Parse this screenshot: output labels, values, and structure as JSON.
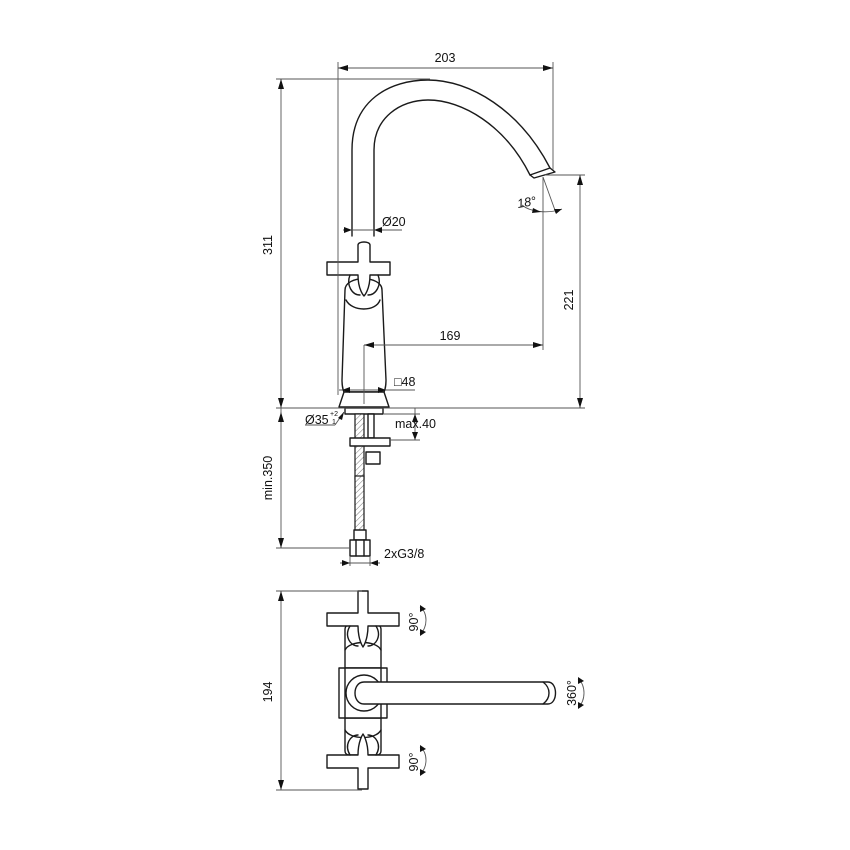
{
  "drawing": {
    "title": "Two-handle basin mixer - dimensioned technical drawing",
    "stroke_color": "#1a1a1a",
    "dimension_color": "#555555",
    "background": "#ffffff"
  },
  "side_view": {
    "dimensions": {
      "spout_reach": "203",
      "total_height": "311",
      "outlet_height": "221",
      "outlet_projection": "169",
      "spout_tube_diameter": "Ø20",
      "base_square": "□48",
      "hole_diameter": "Ø35",
      "hole_tolerance_upper": "+2",
      "hole_tolerance_lower": "1",
      "max_deck_thickness": "max.40",
      "hose_length": "min.350",
      "connection_thread": "2xG3/8",
      "spout_outlet_angle": "18°"
    }
  },
  "top_view": {
    "dimensions": {
      "overall_width": "194",
      "top_handle_rotation": "90°",
      "bottom_handle_rotation": "90°",
      "spout_rotation": "360°"
    }
  }
}
